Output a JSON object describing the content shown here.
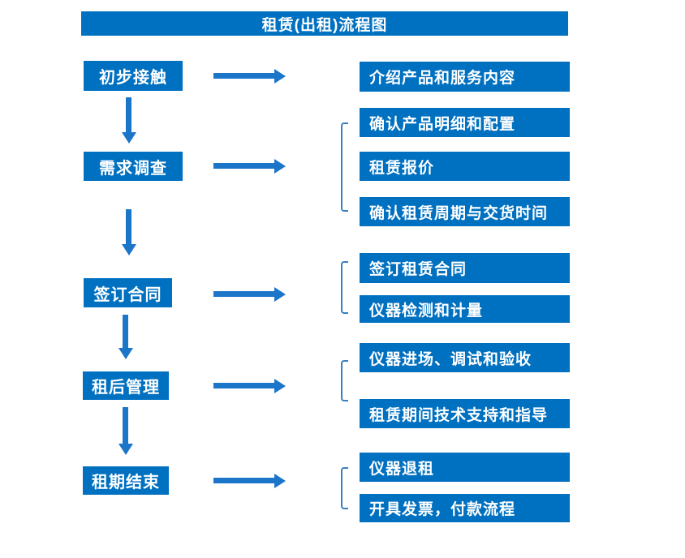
{
  "title": "租赁(出租)流程图",
  "colors": {
    "box_blue": "#0070C0",
    "arrow_blue": "#1B75C9",
    "bracket_blue": "#3A7FC1",
    "text_white": "#FFFFFF",
    "background": "#FFFFFF"
  },
  "steps": [
    {
      "label": "初步接触",
      "outputs": [
        "介绍产品和服务内容"
      ]
    },
    {
      "label": "需求调查",
      "outputs": [
        "确认产品明细和配置",
        "租赁报价",
        "确认租赁周期与交货时间"
      ]
    },
    {
      "label": "签订合同",
      "outputs": [
        "签订租赁合同",
        "仪器检测和计量"
      ]
    },
    {
      "label": "租后管理",
      "outputs": [
        "仪器进场、调试和验收",
        "租赁期间技术支持和指导"
      ]
    },
    {
      "label": "租期结束",
      "outputs": [
        "仪器退租",
        "开具发票，付款流程"
      ]
    }
  ]
}
